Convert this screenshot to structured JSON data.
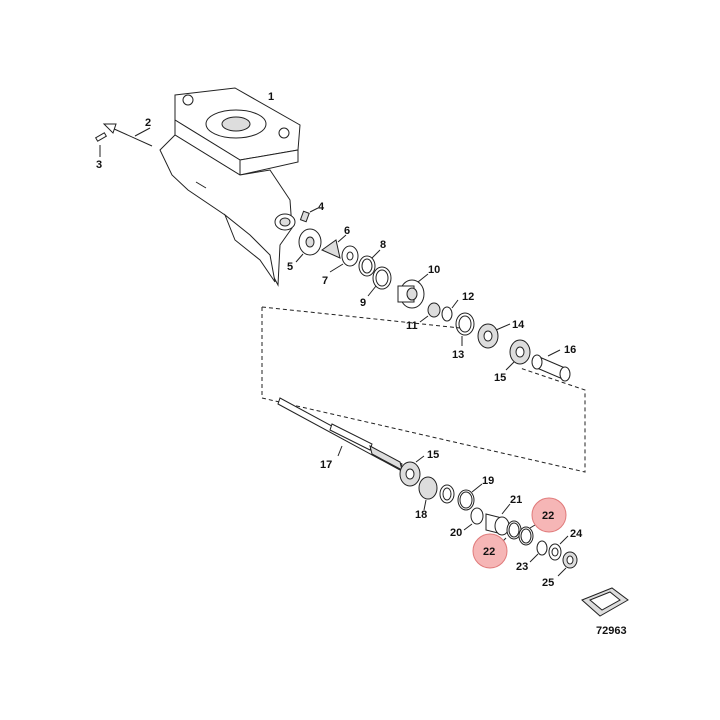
{
  "diagram": {
    "reference_number": "72963",
    "callouts": [
      "1",
      "2",
      "3",
      "4",
      "5",
      "6",
      "7",
      "8",
      "9",
      "10",
      "11",
      "12",
      "13",
      "14",
      "15",
      "16",
      "17",
      "15",
      "18",
      "19",
      "20",
      "21",
      "22",
      "22",
      "23",
      "24",
      "25"
    ],
    "highlight_color": "#f6b6b6"
  }
}
